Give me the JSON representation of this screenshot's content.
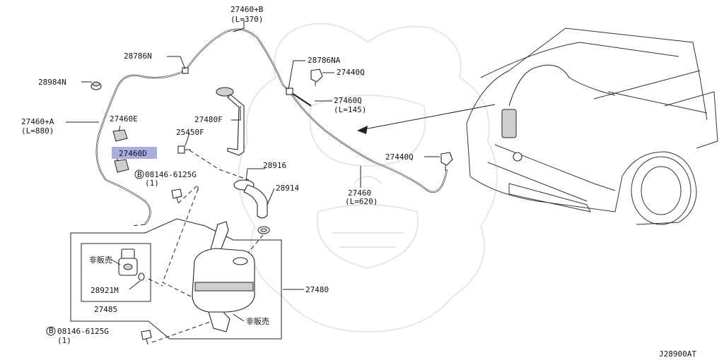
{
  "diagram_code": "J28900AT",
  "labels": {
    "p27460B": "27460+B",
    "p27460B_len": "(L=370)",
    "p28786N": "28786N",
    "p28786NA": "28786NA",
    "p27440Q_top": "27440Q",
    "p27460Q": "27460Q",
    "p27460Q_len": "(L=145)",
    "p28984N": "28984N",
    "p27460A": "27460+A",
    "p27460A_len": "(L=880)",
    "p27460E": "27460E",
    "p27460D": "27460D",
    "p27480F": "27480F",
    "p25450F": "25450F",
    "p08146_top": "08146-6125G",
    "p08146_top_qty": "(1)",
    "p28916": "28916",
    "p28914": "28914",
    "p27440Q_right": "27440Q",
    "p27460": "27460",
    "p27460_len": "(L=620)",
    "not_for_sale_1": "非販売",
    "p28921M": "28921M",
    "p27485": "27485",
    "p27480": "27480",
    "not_for_sale_2": "非販売",
    "p08146_bottom": "08146-6125G",
    "p08146_bottom_qty": "(1)",
    "bolt_marker": "B"
  },
  "highlighted_part": "27460D"
}
